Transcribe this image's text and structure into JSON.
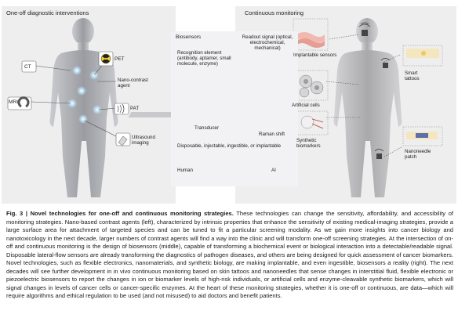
{
  "figure": {
    "left_title": "One-off diagnostic interventions",
    "right_title": "Continuous monitoring",
    "left_labels": {
      "ct": "CT",
      "pet": "PET",
      "mri": "MRI",
      "nano_contrast": "Nano-contrast agent",
      "pat": "PAT",
      "ultrasound": "Ultrasound imaging"
    },
    "biosensors": {
      "title": "Biosensors",
      "readout": "Readout signal (optical, electrochemical, mechanical)",
      "recognition": "Recognition element (antibody, aptamer, small molecule, enzyme)",
      "transducer": "Transducer",
      "raman": "Raman shift",
      "types": "Disposable, injectable, ingestible, or implantable",
      "human": "Human",
      "ai": "AI"
    },
    "right_labels": {
      "implantable": "Implantable sensors",
      "artificial_cells": "Artificial cells",
      "synthetic_biomarkers": "Synthetic biomarkers",
      "smart_tattoos": "Smart tattoos",
      "nanoneedle": "Nanoneedle patch"
    }
  },
  "caption": {
    "title": "Fig. 3 | Novel technologies for one-off and continuous monitoring strategies.",
    "body": " These technologies can change the sensitivity, affordability, and accessibility of monitoring strategies. Nano-based contrast agents (left), characterized by intrinsic properties that enhance the sensitivity of existing medical-imaging strategies, provide a large surface area for attachment of targeted species and can be tuned to fit a particular screening modality. As we gain more insights into cancer biology and nanotoxicology in the next decade, larger numbers of contrast agents will find a way into the clinic and will transform one-off screening strategies. At the intersection of on-off and continuous monitoring is the design of biosensors (middle), capable of transforming a biochemical event or biological interaction into a detectable/readable signal. Disposable lateral-flow sensors are already transforming the diagnostics of pathogen diseases, and others are being designed for quick assessment of cancer biomarkers. Novel technologies, such as flexible electronics, nanomaterials, and synthetic biology, are making implantable, and even ingestible, biosensors a reality (right). The next decades will see further development in in vivo continuous monitoring based on skin tattoos and nanoneedles that sense changes in interstitial fluid, flexible electronic or piezoelectric biosensors to report the changes in ion or biomarker levels of high-risk individuals, or artificial cells and enzyme-cleavable synthetic biomarkers, which will signal changes in levels of cancer cells or cancer-specific enzymes. At the heart of these monitoring strategies, whether it is one-off or continuous, are data—which will require algorithms and ethical regulation to be used (and not misused) to aid doctors and benefit patients."
  }
}
